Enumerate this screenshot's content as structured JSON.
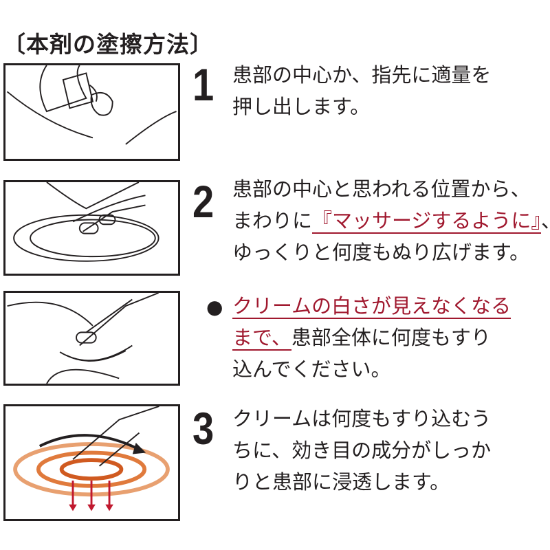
{
  "title": "〔本剤の塗擦方法〕",
  "colors": {
    "accent": "#a0182e",
    "text": "#231f20",
    "warm": "#e07a3c"
  },
  "steps": [
    {
      "number": "1",
      "lines": [
        "患部の中心か、指先に適量を",
        "押し出します。"
      ]
    },
    {
      "number": "2",
      "line1": "患部の中心と思われる位置から、",
      "line2_pre": "まわりに",
      "line2_red": "『マッサージするように』",
      "line2_post": "、",
      "line3": "ゆっくりと何度もぬり広げます。"
    },
    {
      "number": "3",
      "lines": [
        "クリームは何度もすり込むう",
        "ちに、効き目の成分がしっか",
        "りと患部に浸透します。"
      ]
    }
  ],
  "note": {
    "bullet": "●",
    "red1": "クリームの白さが見えなくなる",
    "red2": "まで、",
    "rest2": "患部全体に何度もすり",
    "line3": "込んでください。"
  }
}
